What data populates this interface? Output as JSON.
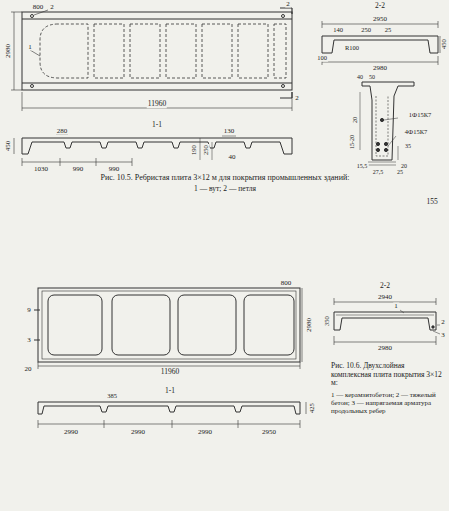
{
  "diagram": {
    "caption": "Рис. 10.5. Ребристая плита 3×12 м для покрытия промышленных зданий:",
    "labels": [
      "800",
      "2",
      "1",
      "2980",
      "2",
      "2",
      "11960",
      "1-1",
      "280",
      "1030",
      "990",
      "990",
      "190",
      "250",
      "130",
      "40",
      "450",
      "2-2",
      "2950",
      "140",
      "250",
      "25",
      "450",
      "R100",
      "100",
      "2980",
      "40",
      "50",
      "20",
      "1Ф15К7",
      "4Ф15К7",
      "15-20",
      "35",
      "20",
      "15,5",
      "27,5",
      "25",
      "1 — вут; 2 — петля",
      "155",
      "800",
      "2980",
      "9",
      "3",
      "20",
      "11960",
      "1-1",
      "385",
      "2990",
      "2990",
      "2990",
      "2950",
      "425",
      "2-2",
      "2940",
      "1",
      "350",
      "2",
      "3",
      "2980",
      "Рис. 10.6. Двухслойная комплексная плита покрытия 3×12 м:",
      "1 — керамзитобетон; 2 — тяжелый бетон; 3 — напрягаемая арматура продольных ребер"
    ]
  }
}
